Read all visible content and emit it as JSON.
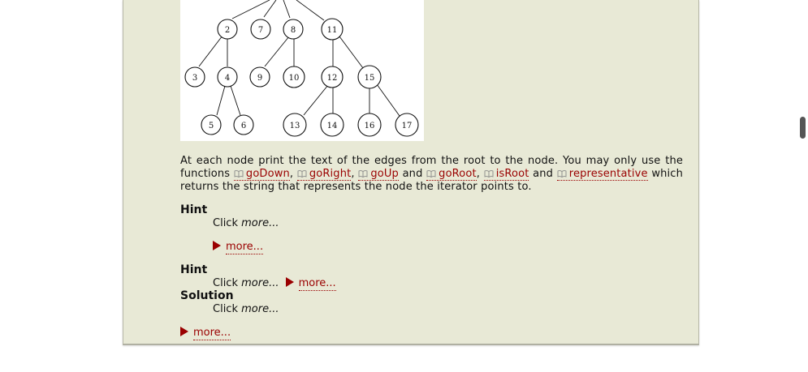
{
  "tree": {
    "nodes": [
      "2",
      "7",
      "8",
      "11",
      "3",
      "4",
      "9",
      "10",
      "12",
      "15",
      "5",
      "6",
      "13",
      "14",
      "16",
      "17"
    ]
  },
  "paragraph": {
    "intro": "At each node print the text of the edges from the root to the node. You may only use the functions ",
    "fn1": "goDown",
    "sep1": ", ",
    "fn2": "goRight",
    "sep2": ", ",
    "fn3": "goUp",
    "sep3": " and ",
    "fn4": "goRoot",
    "sep4": ", ",
    "fn5": "isRoot",
    "sep5": " and ",
    "fn6": "representative",
    "outro": " which returns the string that represents the node the iterator points to."
  },
  "hint1": {
    "heading": "Hint",
    "click_text": "Click ",
    "click_more": "more...",
    "toggle": "more..."
  },
  "hint2": {
    "heading": "Hint",
    "click_text": "Click ",
    "click_more": "more...",
    "toggle": "more..."
  },
  "solution": {
    "heading": "Solution",
    "click_text": "Click ",
    "click_more": "more...",
    "toggle": "more..."
  },
  "colors": {
    "panel": "#e8e9d6",
    "link": "#9a0000"
  }
}
